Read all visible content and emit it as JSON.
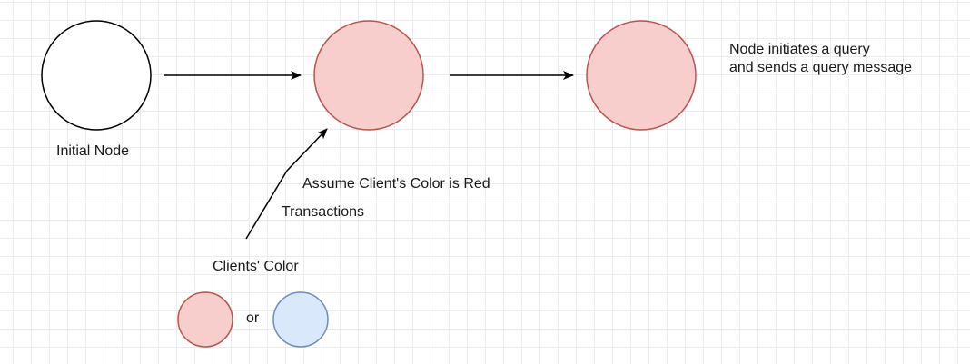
{
  "nodes": {
    "initial": {
      "label": "Initial Node",
      "fill": "#ffffff",
      "stroke": "#000000"
    },
    "colored": {
      "fill": "#f8cecc",
      "stroke": "#b85450"
    },
    "querying": {
      "fill": "#f8cecc",
      "stroke": "#b85450"
    }
  },
  "annotations": {
    "query_line1": "Node initiates a query",
    "query_line2": "and sends a query message",
    "assume": "Assume Client's Color is Red",
    "transactions": "Transactions"
  },
  "legend": {
    "title": "Clients' Color",
    "separator": "or",
    "red": {
      "fill": "#f8cecc",
      "stroke": "#b85450"
    },
    "blue": {
      "fill": "#dae8fc",
      "stroke": "#6c8ebf"
    }
  }
}
